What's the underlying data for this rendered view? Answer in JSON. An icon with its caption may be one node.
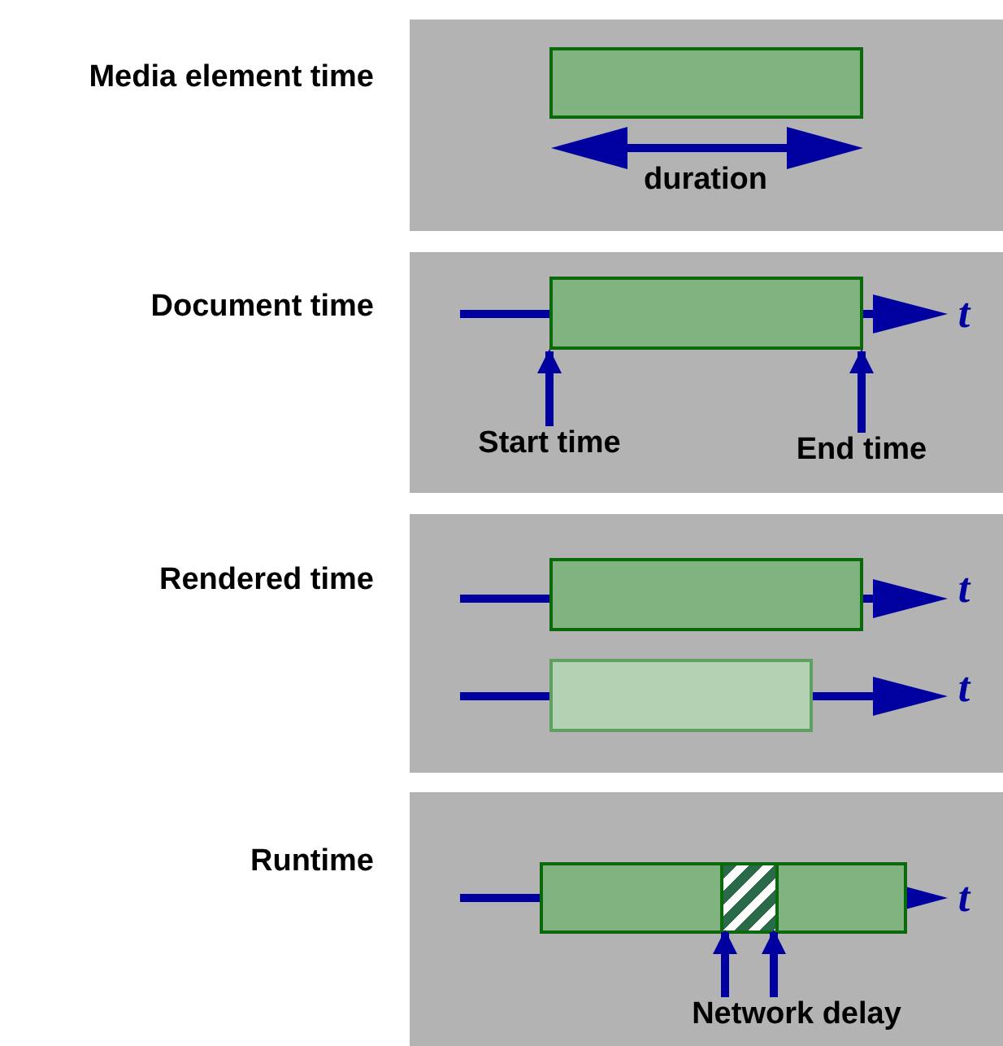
{
  "diagram": {
    "nodes": [
      {
        "text": [
          "Media element time"
        ]
      },
      {
        "text": [],
        "shape": "bar",
        "in": 0
      },
      {
        "text": [
          "Document time"
        ]
      },
      {
        "text": [],
        "shape": "bar",
        "in": 2
      },
      {
        "text": [
          "Start time"
        ],
        "in": 2
      },
      {
        "text": [
          "End time"
        ],
        "in": 2
      },
      {
        "text": [
          "Rendered time"
        ]
      },
      {
        "text": [],
        "shape": "bar",
        "in": 6
      },
      {
        "text": [],
        "shape": "bar",
        "in": 6
      },
      {
        "text": [
          "Runtime"
        ]
      },
      {
        "text": [],
        "shape": "bar",
        "in": 9
      },
      {
        "text": [],
        "shape": "box",
        "in": 10
      },
      {
        "text": [
          "Network delay"
        ],
        "in": 9
      }
    ],
    "edges": [
      {
        "from": 4,
        "to": 3,
        "arrow": "to"
      },
      {
        "from": 5,
        "to": 3,
        "arrow": "to"
      },
      {
        "from": 12,
        "to": 11,
        "arrow": "to"
      },
      {
        "from": 12,
        "to": 11,
        "arrow": "to"
      }
    ],
    "labels": [
      "duration",
      "t",
      "t",
      "t",
      "t"
    ]
  }
}
